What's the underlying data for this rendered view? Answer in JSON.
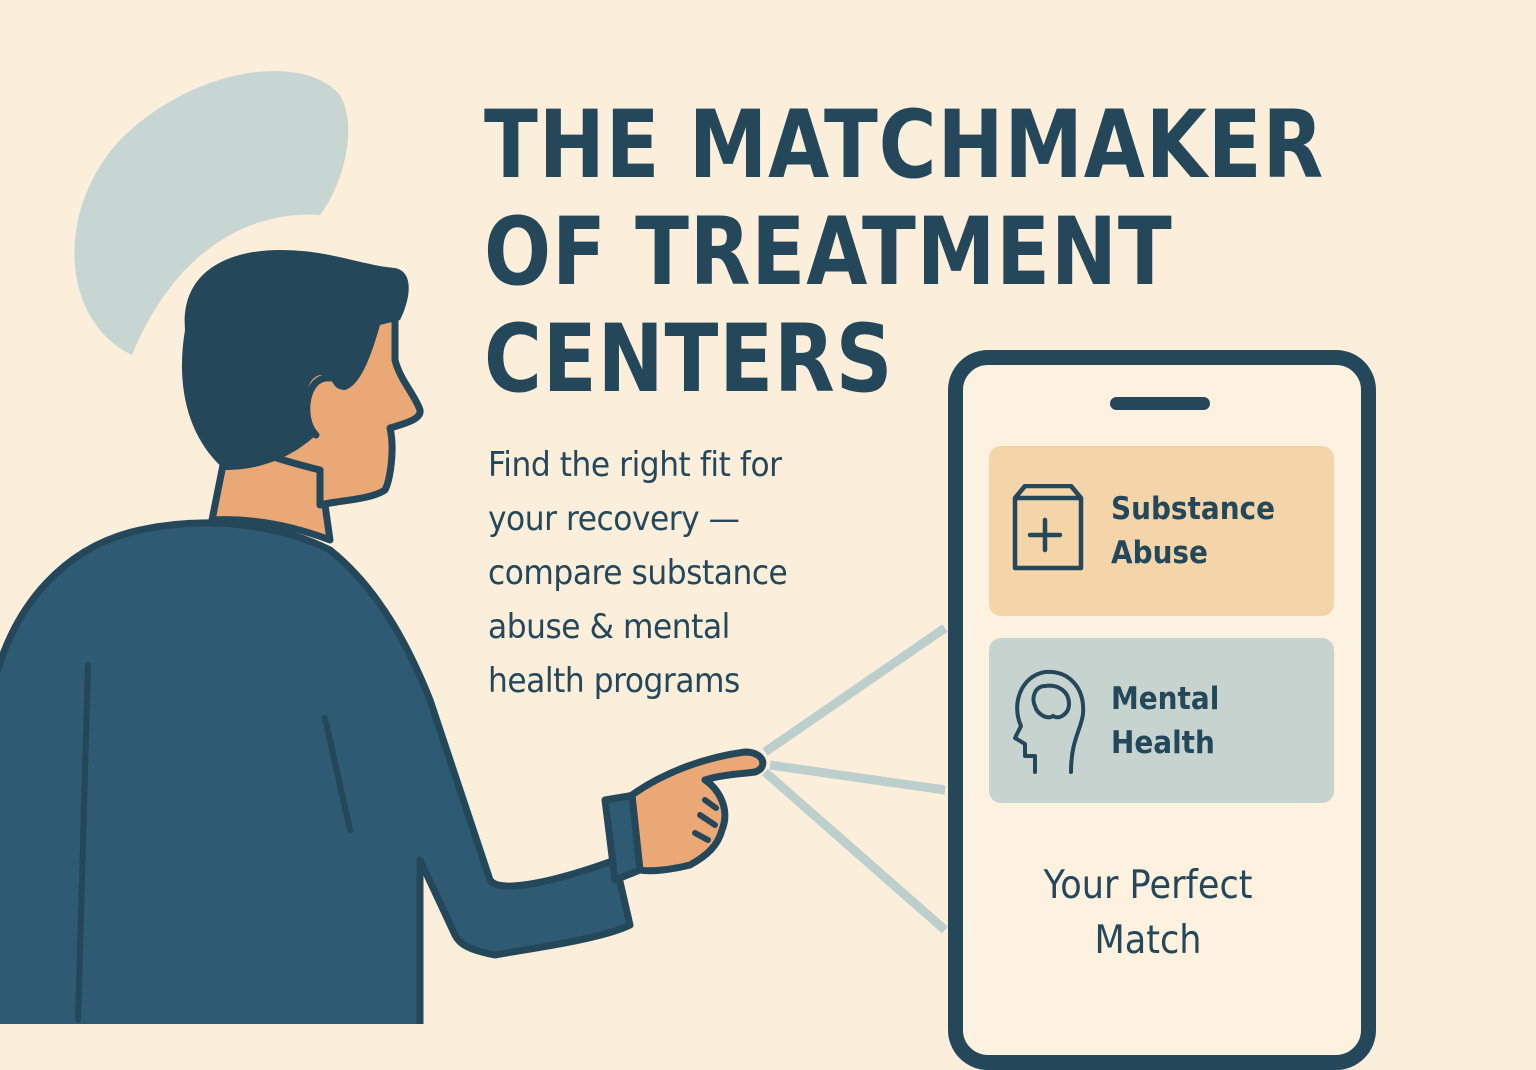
{
  "headline": {
    "lines": [
      "THE MATCHMAKER",
      "OF TREATMENT",
      "CENTERS"
    ]
  },
  "subtitle": {
    "lines": [
      "Find the right fit for",
      "your recovery —",
      "compare substance",
      "abuse & mental",
      "health programs"
    ]
  },
  "phone": {
    "cards": [
      {
        "icon": "medical-box-plus-icon",
        "lines": [
          "Substance",
          "Abuse"
        ],
        "color": "#f4d5aa"
      },
      {
        "icon": "head-brain-icon",
        "lines": [
          "Mental",
          "Health"
        ],
        "color": "#c7d3cf"
      }
    ],
    "result": {
      "lines": [
        "Your Perfect",
        "Match"
      ]
    }
  },
  "colors": {
    "background": "#fbeedb",
    "navy": "#24475a",
    "sweater": "#2e5a73",
    "skin": "#eaa877",
    "halo": "#c8d6d3",
    "rays": "#bccfcd"
  }
}
